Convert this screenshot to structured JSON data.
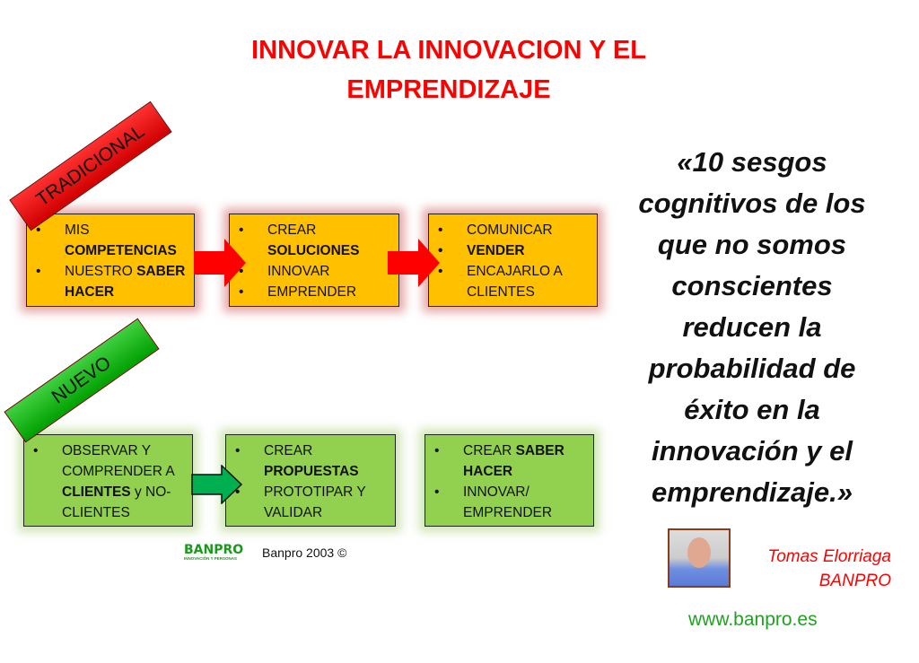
{
  "title": {
    "line1": "INNOVAR LA INNOVACION Y EL",
    "line2": "EMPRENDIZAJE"
  },
  "traditional": {
    "label": "TRADICIONAL",
    "boxes": [
      {
        "i1a": "MIS ",
        "i1b": "COMPETENCIAS",
        "i2a": "NUESTRO ",
        "i2b": "SABER HACER"
      },
      {
        "i1a": "CREAR ",
        "i1b": "SOLUCIONES",
        "i2": "INNOVAR",
        "i3": "EMPRENDER"
      },
      {
        "i1": "COMUNICAR",
        "i2": "VENDER",
        "i3": "ENCAJARLO A CLIENTES"
      }
    ]
  },
  "new": {
    "label": "NUEVO",
    "boxes": [
      {
        "i1a": "OBSERVAR Y COMPRENDER A ",
        "i1b": "CLIENTES",
        "i1c": " y NO-CLIENTES"
      },
      {
        "i1a": "CREAR ",
        "i1b": "PROPUESTAS",
        "i2": "PROTOTIPAR Y VALIDAR"
      },
      {
        "i1a": "CREAR ",
        "i1b": "SABER HACER",
        "i2": "INNOVAR/ EMPRENDER"
      }
    ]
  },
  "quote": {
    "lines": [
      "«10 sesgos",
      "cognitivos de los",
      "que no somos",
      "conscientes",
      "reducen la",
      "probabilidad de",
      "éxito en la",
      "innovación y el",
      "emprendizaje.»"
    ]
  },
  "footer": {
    "logo_text": "BANPRO",
    "logo_sub": "INNOVACIÓN Y PERSONAS",
    "copyright": "Banpro 2003 ©",
    "author": "Tomas Elorriaga",
    "company": "BANPRO",
    "website": "www.banpro.es"
  },
  "colors": {
    "red": "#ff0000",
    "yellow": "#ffc000",
    "green": "#92d050",
    "link_green": "#22a022"
  }
}
